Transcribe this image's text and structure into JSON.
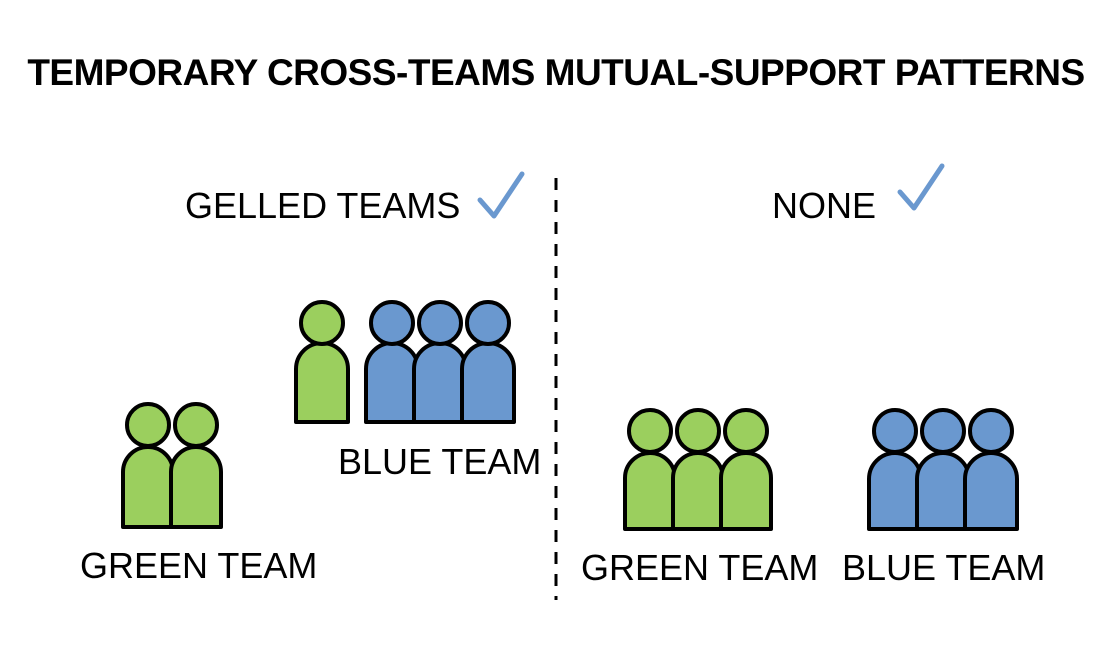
{
  "title": "TEMPORARY CROSS-TEAMS MUTUAL-SUPPORT PATTERNS",
  "colors": {
    "green": "#9bcf5e",
    "blue": "#6a98cf",
    "check": "#6a98cf",
    "outline": "#000000"
  },
  "left_panel": {
    "heading": "GELLED TEAMS",
    "check_icon": "checkmark-icon",
    "blue_team_label": "BLUE TEAM",
    "green_team_label": "GREEN TEAM",
    "green_team_members": 2,
    "blue_group_green_members": 1,
    "blue_group_blue_members": 3
  },
  "right_panel": {
    "heading": "NONE",
    "check_icon": "checkmark-icon",
    "green_team_label": "GREEN TEAM",
    "blue_team_label": "BLUE TEAM",
    "green_team_members": 3,
    "blue_team_members": 3
  },
  "divider": "dashed-vertical-divider"
}
